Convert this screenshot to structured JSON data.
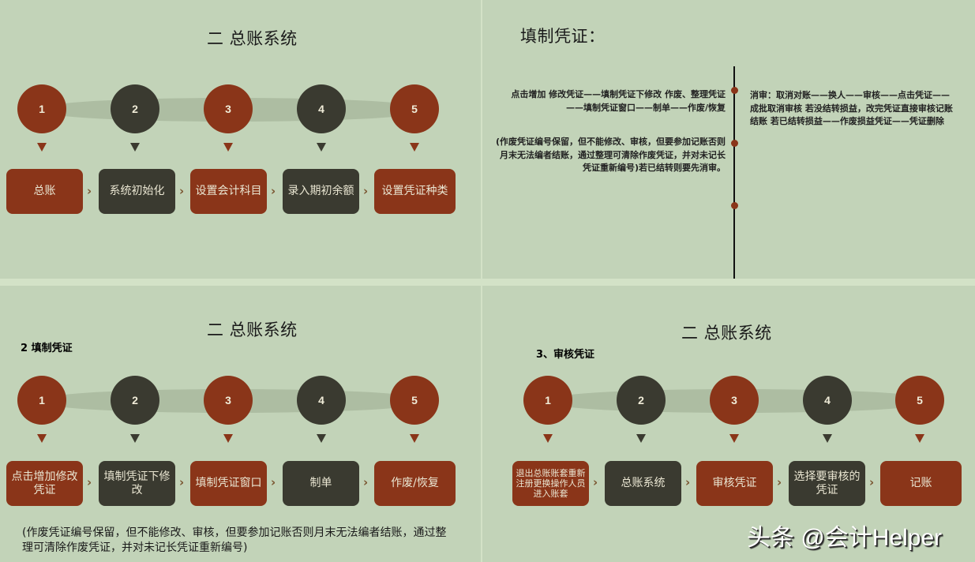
{
  "colors": {
    "background": "#c2d3b8",
    "divider": "#d3e2c7",
    "accent_red": "#8a3519",
    "accent_dark": "#3a3a30",
    "connector": "#adbda2",
    "chevron": "#7a5530"
  },
  "top_left": {
    "title": "二 总账系统",
    "steps": [
      {
        "number": "1",
        "label": "总账",
        "color": "red"
      },
      {
        "number": "2",
        "label": "系统初始化",
        "color": "dark"
      },
      {
        "number": "3",
        "label": "设置会计科目",
        "color": "red"
      },
      {
        "number": "4",
        "label": "录入期初余额",
        "color": "dark"
      },
      {
        "number": "5",
        "label": "设置凭证种类",
        "color": "red"
      }
    ],
    "chevron_glyph": "›"
  },
  "top_right": {
    "title": "填制凭证：",
    "left_items": [
      "点击增加 修改凭证——填制凭证下修改 作废、整理凭证——填制凭证窗口——制单——作废/恢复",
      "(作废凭证编号保留，但不能修改、审核，但要参加记账否则月末无法编者结账，通过整理可清除作废凭证，并对未记长凭证重新编号)若已结转则要先消审。"
    ],
    "right_items": [
      "消审：取消对账——换人——审核——点击凭证——成批取消审核 若没结转损益，改完凭证直接审核记账结账 若已结转损益——作废损益凭证——凭证删除"
    ]
  },
  "bottom_left": {
    "title": "二 总账系统",
    "subtitle": "2  填制凭证",
    "steps": [
      {
        "number": "1",
        "label": "点击增加修改凭证",
        "color": "red"
      },
      {
        "number": "2",
        "label": "填制凭证下修改",
        "color": "dark"
      },
      {
        "number": "3",
        "label": "填制凭证窗口",
        "color": "red"
      },
      {
        "number": "4",
        "label": "制单",
        "color": "dark"
      },
      {
        "number": "5",
        "label": "作废/恢复",
        "color": "red"
      }
    ],
    "note": "(作废凭证编号保留，但不能修改、审核，但要参加记账否则月末无法编者结账，通过整理可清除作废凭证，并对未记长凭证重新编号)"
  },
  "bottom_right": {
    "title": "二 总账系统",
    "subtitle": "3、审核凭证",
    "steps": [
      {
        "number": "1",
        "label": "退出总账账套重新注册更换操作人员进入账套",
        "color": "red"
      },
      {
        "number": "2",
        "label": "总账系统",
        "color": "dark"
      },
      {
        "number": "3",
        "label": "审核凭证",
        "color": "red"
      },
      {
        "number": "4",
        "label": "选择要审核的凭证",
        "color": "dark"
      },
      {
        "number": "5",
        "label": "记账",
        "color": "red"
      }
    ]
  },
  "watermark": "头条 @会计Helper"
}
